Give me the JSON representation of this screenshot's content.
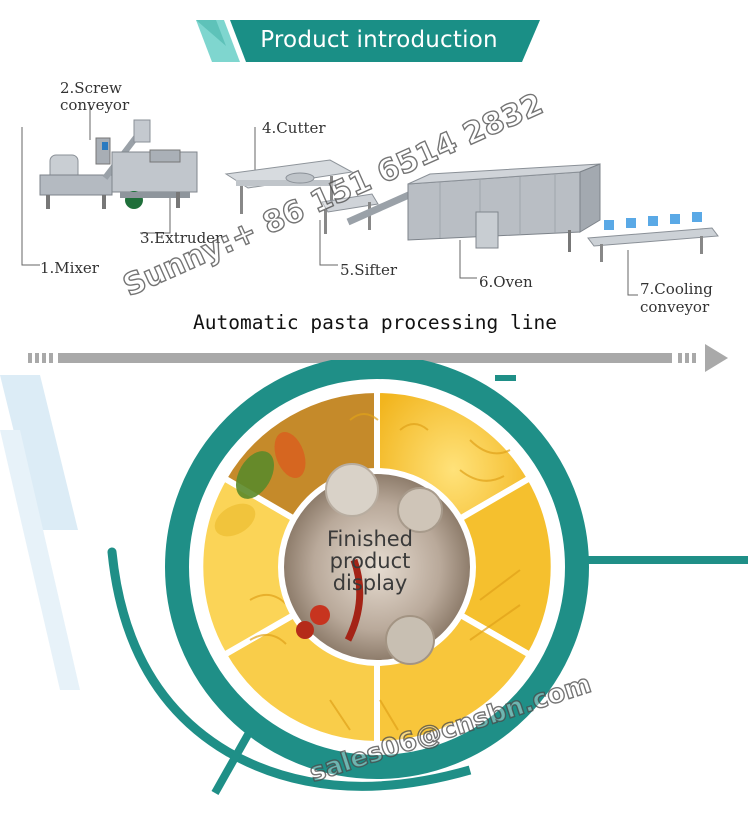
{
  "header": {
    "title": "Product introduction",
    "accent": "#1a8f86",
    "accent_light": "#7fd6cf"
  },
  "process": {
    "title": "Automatic pasta processing line",
    "steps": [
      {
        "label_lines": [
          "2.Screw",
          "conveyor"
        ]
      },
      {
        "label": "4.Cutter"
      },
      {
        "label": "3.Extruder"
      },
      {
        "label": "1.Mixer"
      },
      {
        "label": "5.Sifter"
      },
      {
        "label": "6.Oven"
      },
      {
        "label_lines": [
          "7.Cooling",
          "conveyor"
        ]
      }
    ]
  },
  "display": {
    "title_lines": [
      "Finished",
      "product",
      "display"
    ],
    "ring_color": "#1f8f87"
  },
  "watermarks": {
    "phone": "Sunny:+ 86 151 6514 2832",
    "email": "sales06@cnsbn.com"
  }
}
